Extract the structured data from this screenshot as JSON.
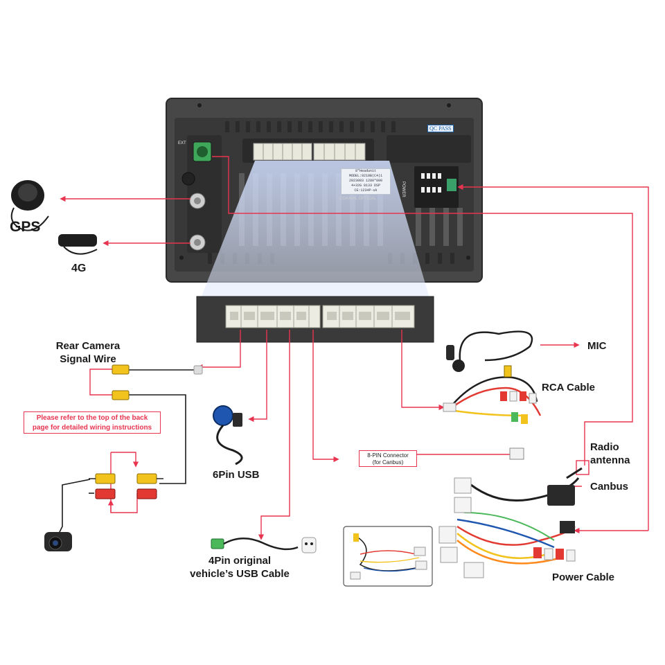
{
  "labels": {
    "gps": "GPS",
    "fourg": "4G",
    "rear_camera": "Rear Camera\nSignal Wire",
    "mic": "MIC",
    "rca_cable": "RCA Cable",
    "radio_antenna": "Radio\nantenna",
    "canbus": "Canbus",
    "power_cable": "Power Cable",
    "six_pin_usb": "6Pin USB",
    "four_pin_usb": "4Pin original\nvehicle’s USB Cable"
  },
  "notes": {
    "back_page": "Please refer to the top of the back\npage for detailed wiring instructions",
    "eight_pin": "8-PIN Connector\n(for Canbus)"
  },
  "unit": {
    "qc_pass": "QC PASS",
    "ext_label": "EXT",
    "power_label": "POWER",
    "sticker_lines": [
      "8\"Headunit",
      "MODEL:9210B(C4)1",
      "2023083 1280*800",
      "4+32G 8133 DSP CE:1234P-uk"
    ],
    "optical": "COAXIAL OPTICAL"
  },
  "colors": {
    "wire": "#e8344f",
    "unit_body": "#3d3d3d",
    "beam": "#c9d6f5"
  }
}
